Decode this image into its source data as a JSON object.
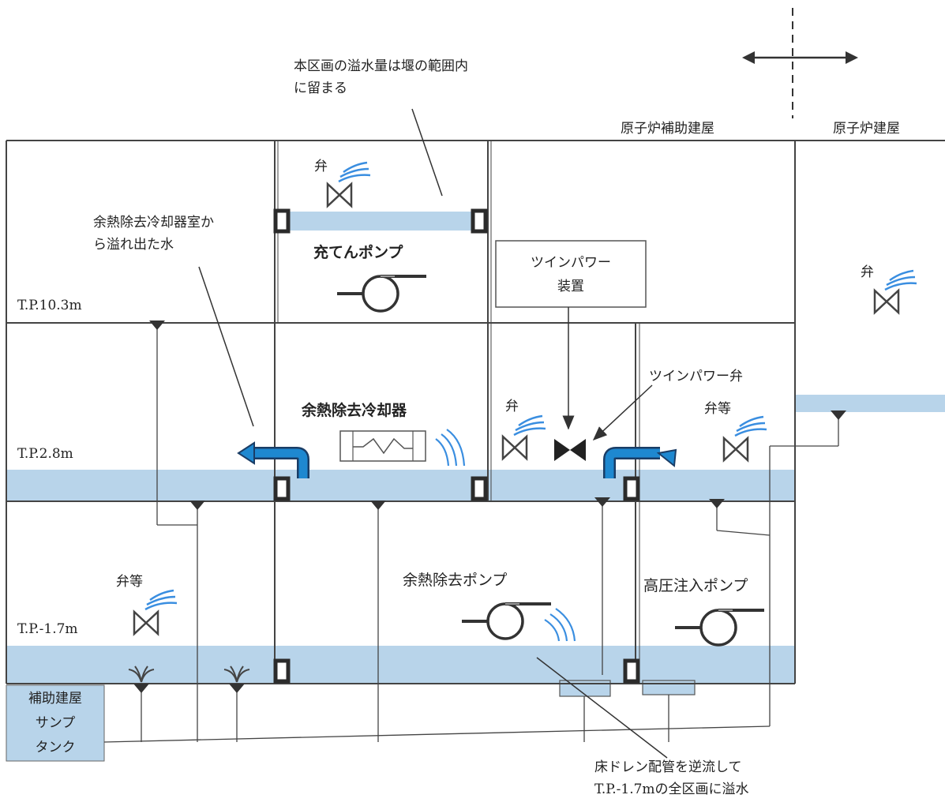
{
  "annotations": {
    "overflow_note": [
      "本区画の溢水量は堰の範囲内",
      "に留まる"
    ],
    "source_note": [
      "余熱除去冷却器室か",
      "ら溢れ出た水"
    ],
    "drain_note": [
      "床ドレン配管を逆流して",
      "T.P.-1.7mの全区画に溢水"
    ]
  },
  "buildings": {
    "aux": "原子炉補助建屋",
    "reactor": "原子炉建屋"
  },
  "levels": {
    "upper": "T.P.10.3m",
    "middle": "T.P.2.8m",
    "lower": "T.P.-1.7m"
  },
  "equipment": {
    "charging_pump": "充てんポンプ",
    "twin_power_device": [
      "ツインパワー",
      "装置"
    ],
    "twin_power_valve": "ツインパワー弁",
    "rhr_cooler": "余熱除去冷却器",
    "rhr_pump": "余熱除去ポンプ",
    "hp_pump": "高圧注入ポンプ",
    "valve": "弁",
    "valve_etc": "弁等",
    "sump_tank": [
      "補助建屋",
      "サンプ",
      "タンク"
    ]
  },
  "colors": {
    "water": "#b8d4ea",
    "flow_arrow": "#1e88d0",
    "wall": "#333333",
    "spray": "#3a8ee0"
  }
}
